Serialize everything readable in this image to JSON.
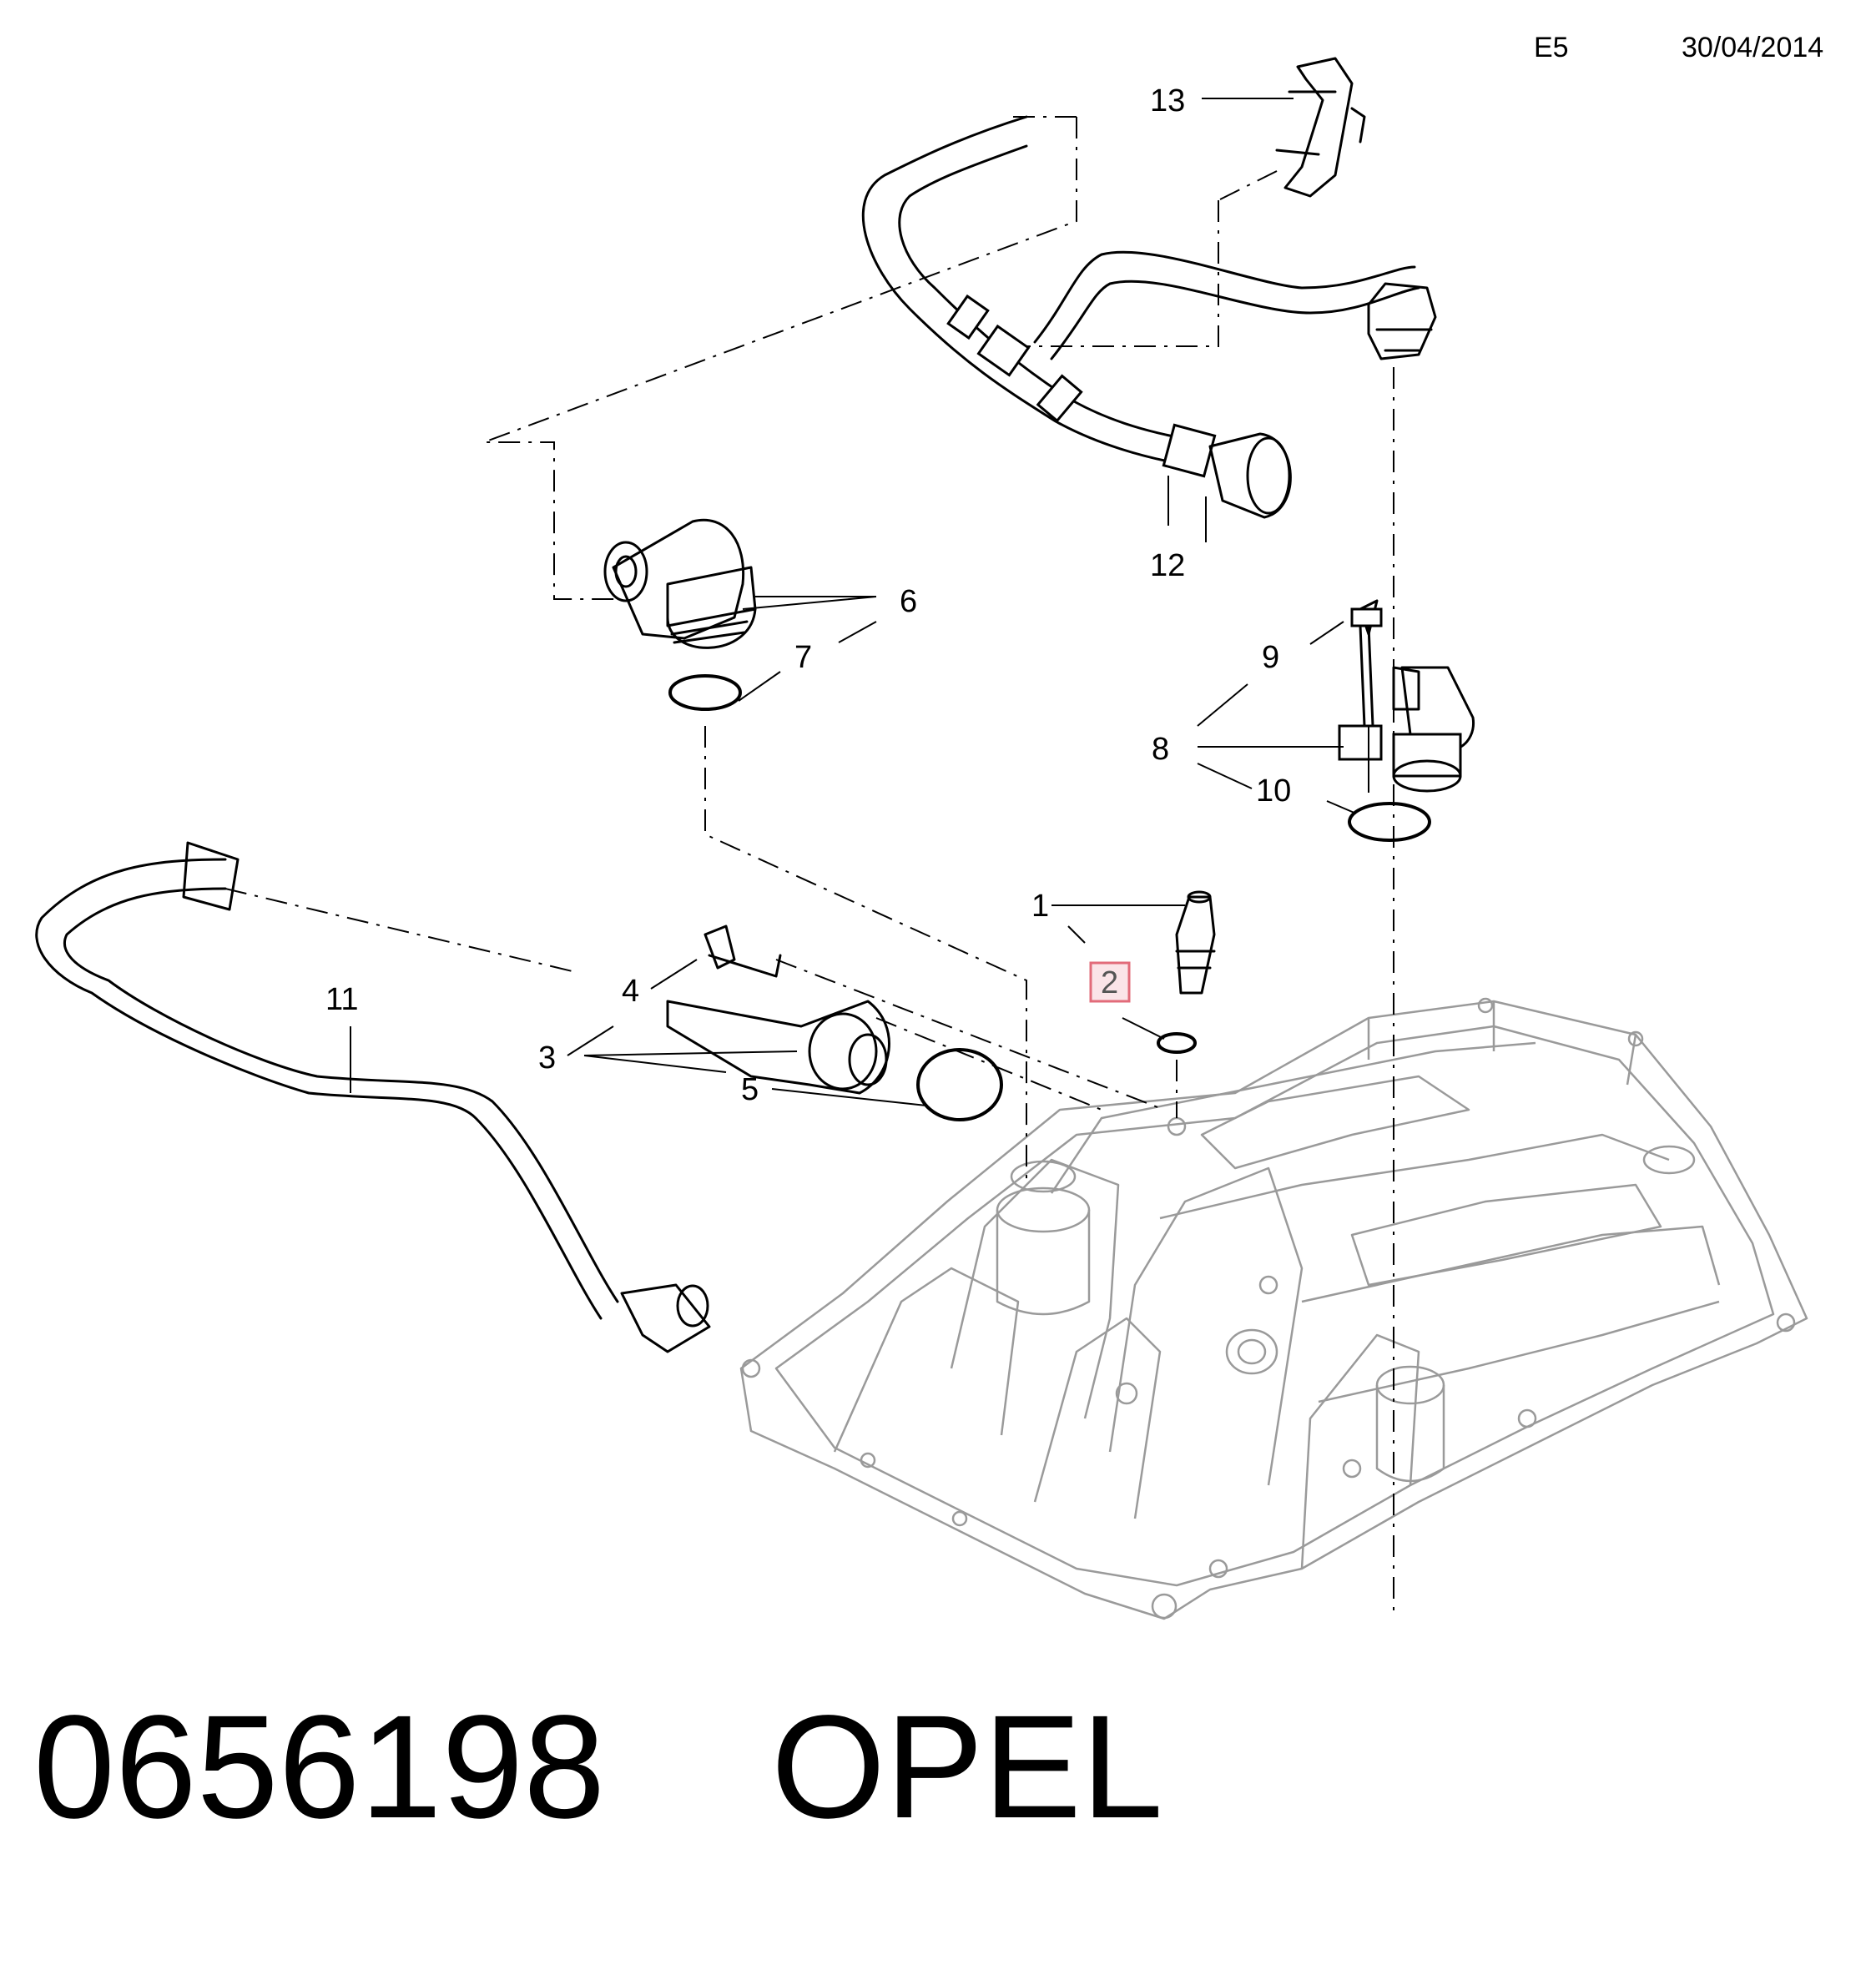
{
  "header": {
    "code": "E5",
    "date": "30/04/2014"
  },
  "callouts": [
    "1",
    "2",
    "3",
    "4",
    "5",
    "6",
    "7",
    "8",
    "9",
    "10",
    "11",
    "12",
    "13"
  ],
  "highlighted_callout": "2",
  "footer": {
    "part_number": "0656198",
    "brand": "OPEL"
  },
  "colors": {
    "ink": "#000000",
    "highlight_border": "#e26b7a",
    "highlight_fill": "#fbe4e8",
    "housing_line": "#9a9a9a"
  }
}
